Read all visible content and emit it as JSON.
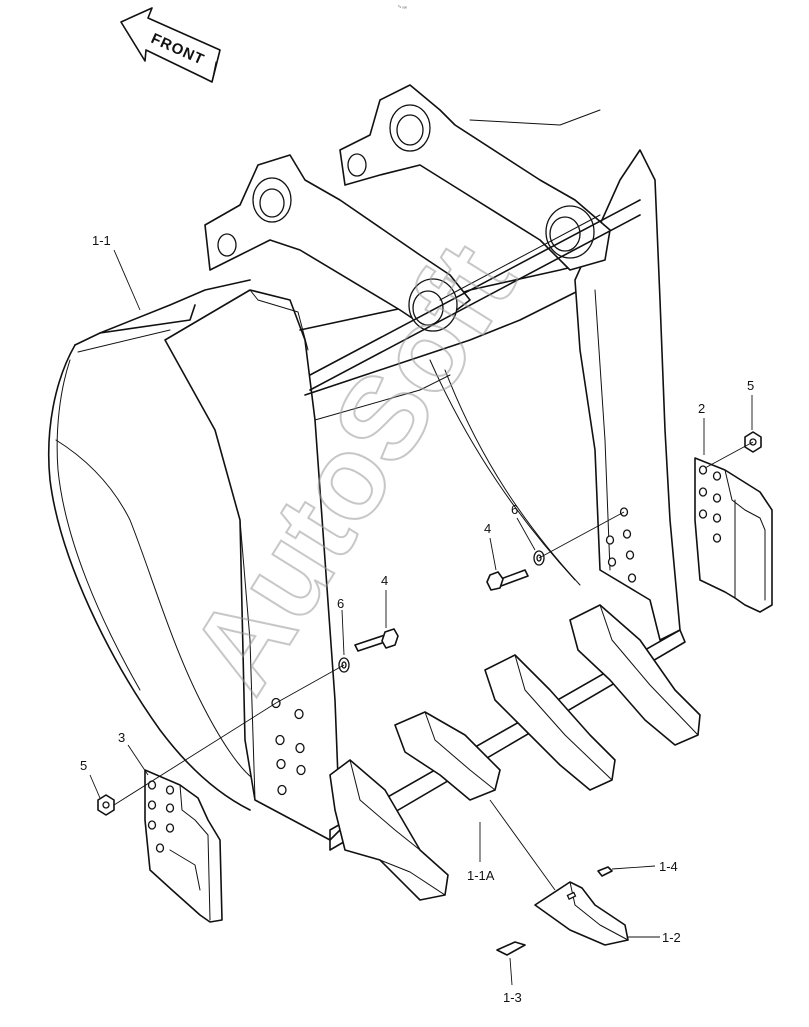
{
  "top_mark": "⁰ₙ ₒₒₒ",
  "direction_label": "FRONT",
  "watermark": "AutoSoft",
  "callouts": {
    "c1_1": "1-1",
    "c1_1a": "1-1A",
    "c1_2": "1-2",
    "c1_3": "1-3",
    "c1_4": "1-4",
    "c2": "2",
    "c3": "3",
    "c4a": "4",
    "c4b": "4",
    "c5a": "5",
    "c5b": "5",
    "c6a": "6",
    "c6b": "6"
  }
}
